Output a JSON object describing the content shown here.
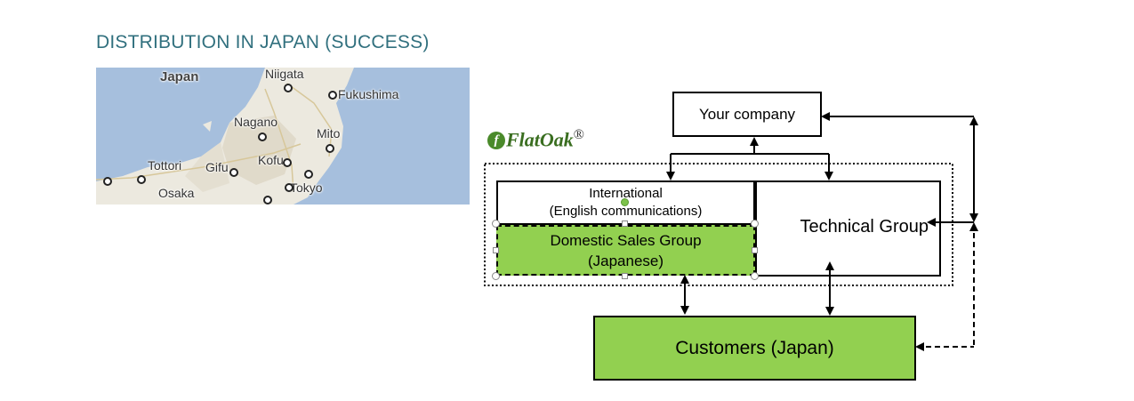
{
  "slide_title": "DISTRIBUTION IN JAPAN (SUCCESS)",
  "map": {
    "country": "Japan",
    "cities": [
      "Niigata",
      "Fukushima",
      "Nagano",
      "Mito",
      "Kofu",
      "Tottori",
      "Gifu",
      "Osaka",
      "Tokyo"
    ]
  },
  "logo": {
    "initial": "f",
    "name": "FlatOak",
    "mark": "®"
  },
  "diagram": {
    "your_company": "Your company",
    "international": {
      "line1": "International",
      "line2": "(English communications)"
    },
    "domestic": {
      "line1": "Domestic Sales Group",
      "line2": "(Japanese)"
    },
    "technical": "Technical Group",
    "customers": "Customers (Japan)"
  },
  "colors": {
    "green": "#92d050",
    "title": "#31707e"
  }
}
